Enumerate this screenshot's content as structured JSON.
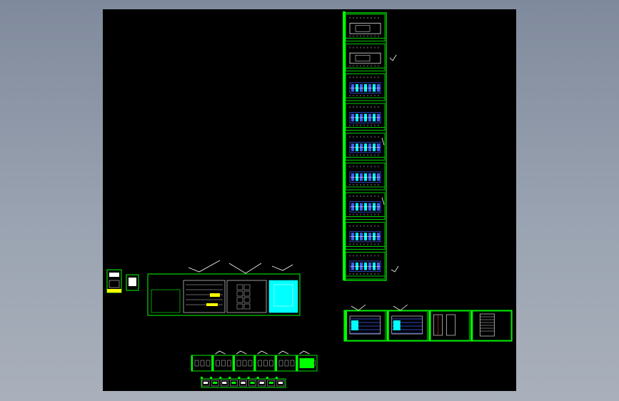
{
  "app": {
    "background_top": "#7f8a9c",
    "background_bottom": "#a9b0bb",
    "viewport_color": "#000000"
  },
  "drawing": {
    "colors": {
      "frame": "#00ff00",
      "annotation": "#ffffff",
      "cyan": "#00ffff",
      "blue": "#4060ff",
      "yellow": "#ffff00",
      "magenta": "#ff00ff",
      "red": "#ff3030"
    },
    "groups": [
      "floor-plan-sheet-column",
      "elevation-sheet-row",
      "small-title-sheets",
      "wide-detail-sheet",
      "bottom-detail-sheets",
      "bottom-legend-strip"
    ],
    "floor_plan_sheet_count": 9,
    "elevation_sheet_count": 4,
    "bottom_detail_sheet_count": 6,
    "legend_strip_cell_count": 9
  }
}
